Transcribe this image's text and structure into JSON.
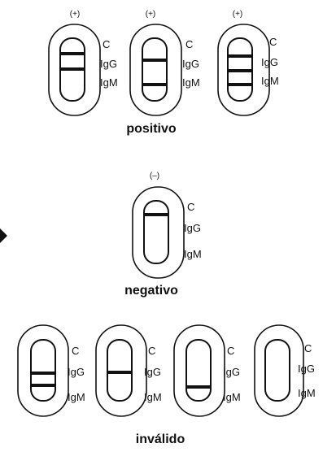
{
  "line_labels": [
    "C",
    "IgG",
    "IgM"
  ],
  "groups": [
    {
      "caption": "positivo",
      "sign": "(+)",
      "cassettes": [
        {
          "sign": "(+)",
          "lines": [
            "C",
            "IgG"
          ]
        },
        {
          "sign": "(+)",
          "lines": [
            "C",
            "IgM"
          ]
        },
        {
          "sign": "(+)",
          "lines": [
            "C",
            "IgG",
            "IgM"
          ]
        }
      ]
    },
    {
      "caption": "negativo",
      "cassettes": [
        {
          "sign": "(–)",
          "lines": [
            "C"
          ]
        }
      ]
    },
    {
      "caption": "inválido",
      "cassettes": [
        {
          "sign": "",
          "lines": [
            "IgG",
            "IgM"
          ]
        },
        {
          "sign": "",
          "lines": [
            "IgG"
          ]
        },
        {
          "sign": "",
          "lines": [
            "IgM"
          ]
        },
        {
          "sign": "",
          "lines": []
        }
      ]
    }
  ],
  "colors": {
    "stroke": "#111111",
    "band": "#111111",
    "background": "#ffffff"
  }
}
